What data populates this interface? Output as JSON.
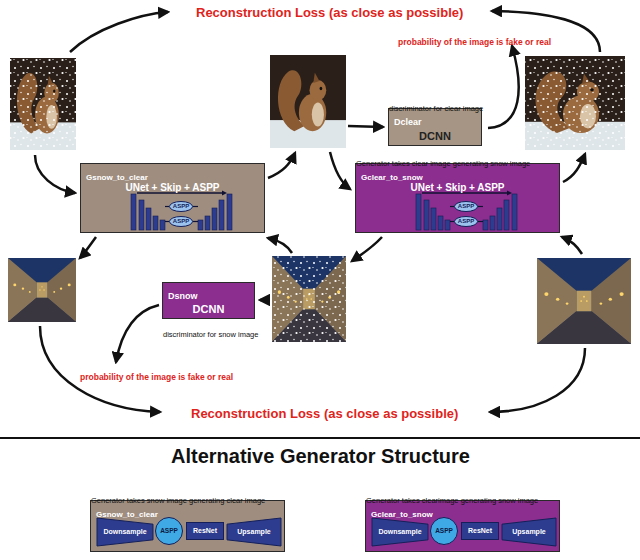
{
  "diagram": {
    "nodes": [
      {
        "text": [
          "discriminator for clear image",
          "Dclear",
          "DCNN"
        ]
      },
      {
        "text": [
          "Gsnow_to_clear",
          "UNet + Skip + ASPP"
        ]
      },
      {
        "text": [
          "ASPP"
        ],
        "in": 1
      },
      {
        "text": [
          "ASPP"
        ],
        "in": 1
      },
      {
        "text": [
          "Generator takes clear image generating snow image",
          "Gclear_to_snow",
          "UNet + Skip + ASPP"
        ]
      },
      {
        "text": [
          "ASPP"
        ],
        "in": 4
      },
      {
        "text": [
          "ASPP"
        ],
        "in": 4
      },
      {
        "text": [
          "Dsnow",
          "DCNN",
          "discriminator for snow image"
        ]
      },
      {
        "text": [
          "Generator takes snow image generating clear image",
          "Gsnow_to_clear"
        ]
      },
      {
        "text": [
          "Downsample"
        ],
        "in": 8
      },
      {
        "text": [
          "ASPP"
        ],
        "in": 8
      },
      {
        "text": [
          "ResNet"
        ],
        "in": 8
      },
      {
        "text": [
          "Upsample"
        ],
        "in": 8
      },
      {
        "text": [
          "Generator takes clearimage generating snow image",
          "Gclear_to_snow"
        ]
      },
      {
        "text": [
          "Downsample"
        ],
        "in": 13
      },
      {
        "text": [
          "ASPP"
        ],
        "in": 13
      },
      {
        "text": [
          "ResNet"
        ],
        "in": 13
      },
      {
        "text": [
          "Upsample"
        ],
        "in": 13
      }
    ],
    "labels": [
      "Reconstruction Loss (as close as possible)",
      "probability of the image is fake or real",
      "probability of the image is fake or real",
      "Reconstruction Loss (as close as possible)",
      "Alternative Generator Structure"
    ]
  }
}
